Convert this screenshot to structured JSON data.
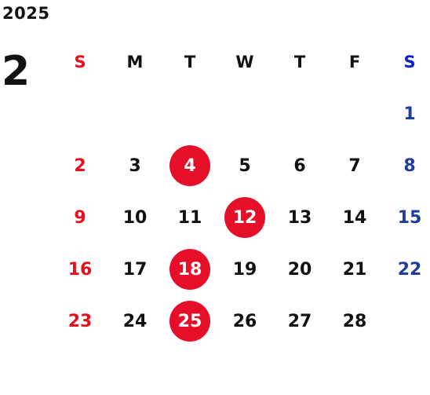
{
  "calendar": {
    "year": "2025",
    "month": "2",
    "weekday_headers": [
      "S",
      "M",
      "T",
      "W",
      "T",
      "F",
      "S"
    ],
    "weeks": [
      [
        "",
        "",
        "",
        "",
        "",
        "",
        "1"
      ],
      [
        "2",
        "3",
        "4",
        "5",
        "6",
        "7",
        "8"
      ],
      [
        "9",
        "10",
        "11",
        "12",
        "13",
        "14",
        "15"
      ],
      [
        "16",
        "17",
        "18",
        "19",
        "20",
        "21",
        "22"
      ],
      [
        "23",
        "24",
        "25",
        "26",
        "27",
        "28",
        ""
      ]
    ],
    "highlighted_days": [
      "4",
      "12",
      "18",
      "25"
    ]
  },
  "colors": {
    "sunday": "#e60f1e",
    "saturday": "#1f3e9b",
    "saturday_header": "#0a1fd6",
    "highlight_circle": "#e60f2a",
    "text": "#111111"
  }
}
